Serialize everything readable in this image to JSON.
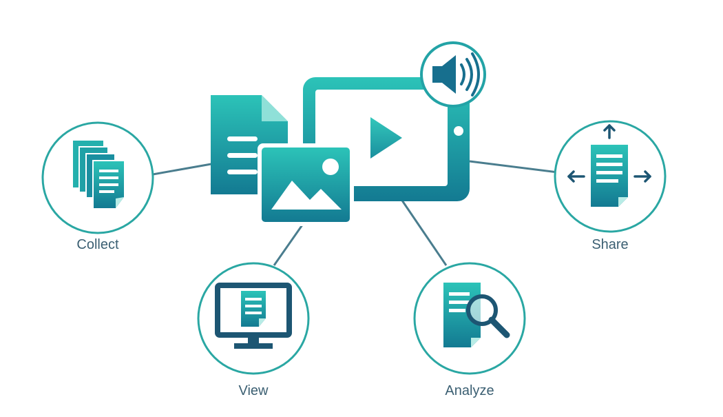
{
  "nodes": {
    "collect": {
      "label": "Collect",
      "icon": "document-stack-icon"
    },
    "view": {
      "label": "View",
      "icon": "monitor-document-icon"
    },
    "analyze": {
      "label": "Analyze",
      "icon": "document-magnifier-icon"
    },
    "share": {
      "label": "Share",
      "icon": "document-share-arrows-icon"
    }
  },
  "hub": {
    "icons": [
      "document-icon",
      "image-icon",
      "tablet-video-icon",
      "play-icon",
      "speaker-icon"
    ]
  },
  "colors": {
    "teal_light": "#2cc3b8",
    "teal_dark": "#137a92",
    "ring": "#2aa7a3",
    "connector": "#4a7d8e",
    "label_text": "#3b5f72",
    "monitor": "#1d5673"
  }
}
